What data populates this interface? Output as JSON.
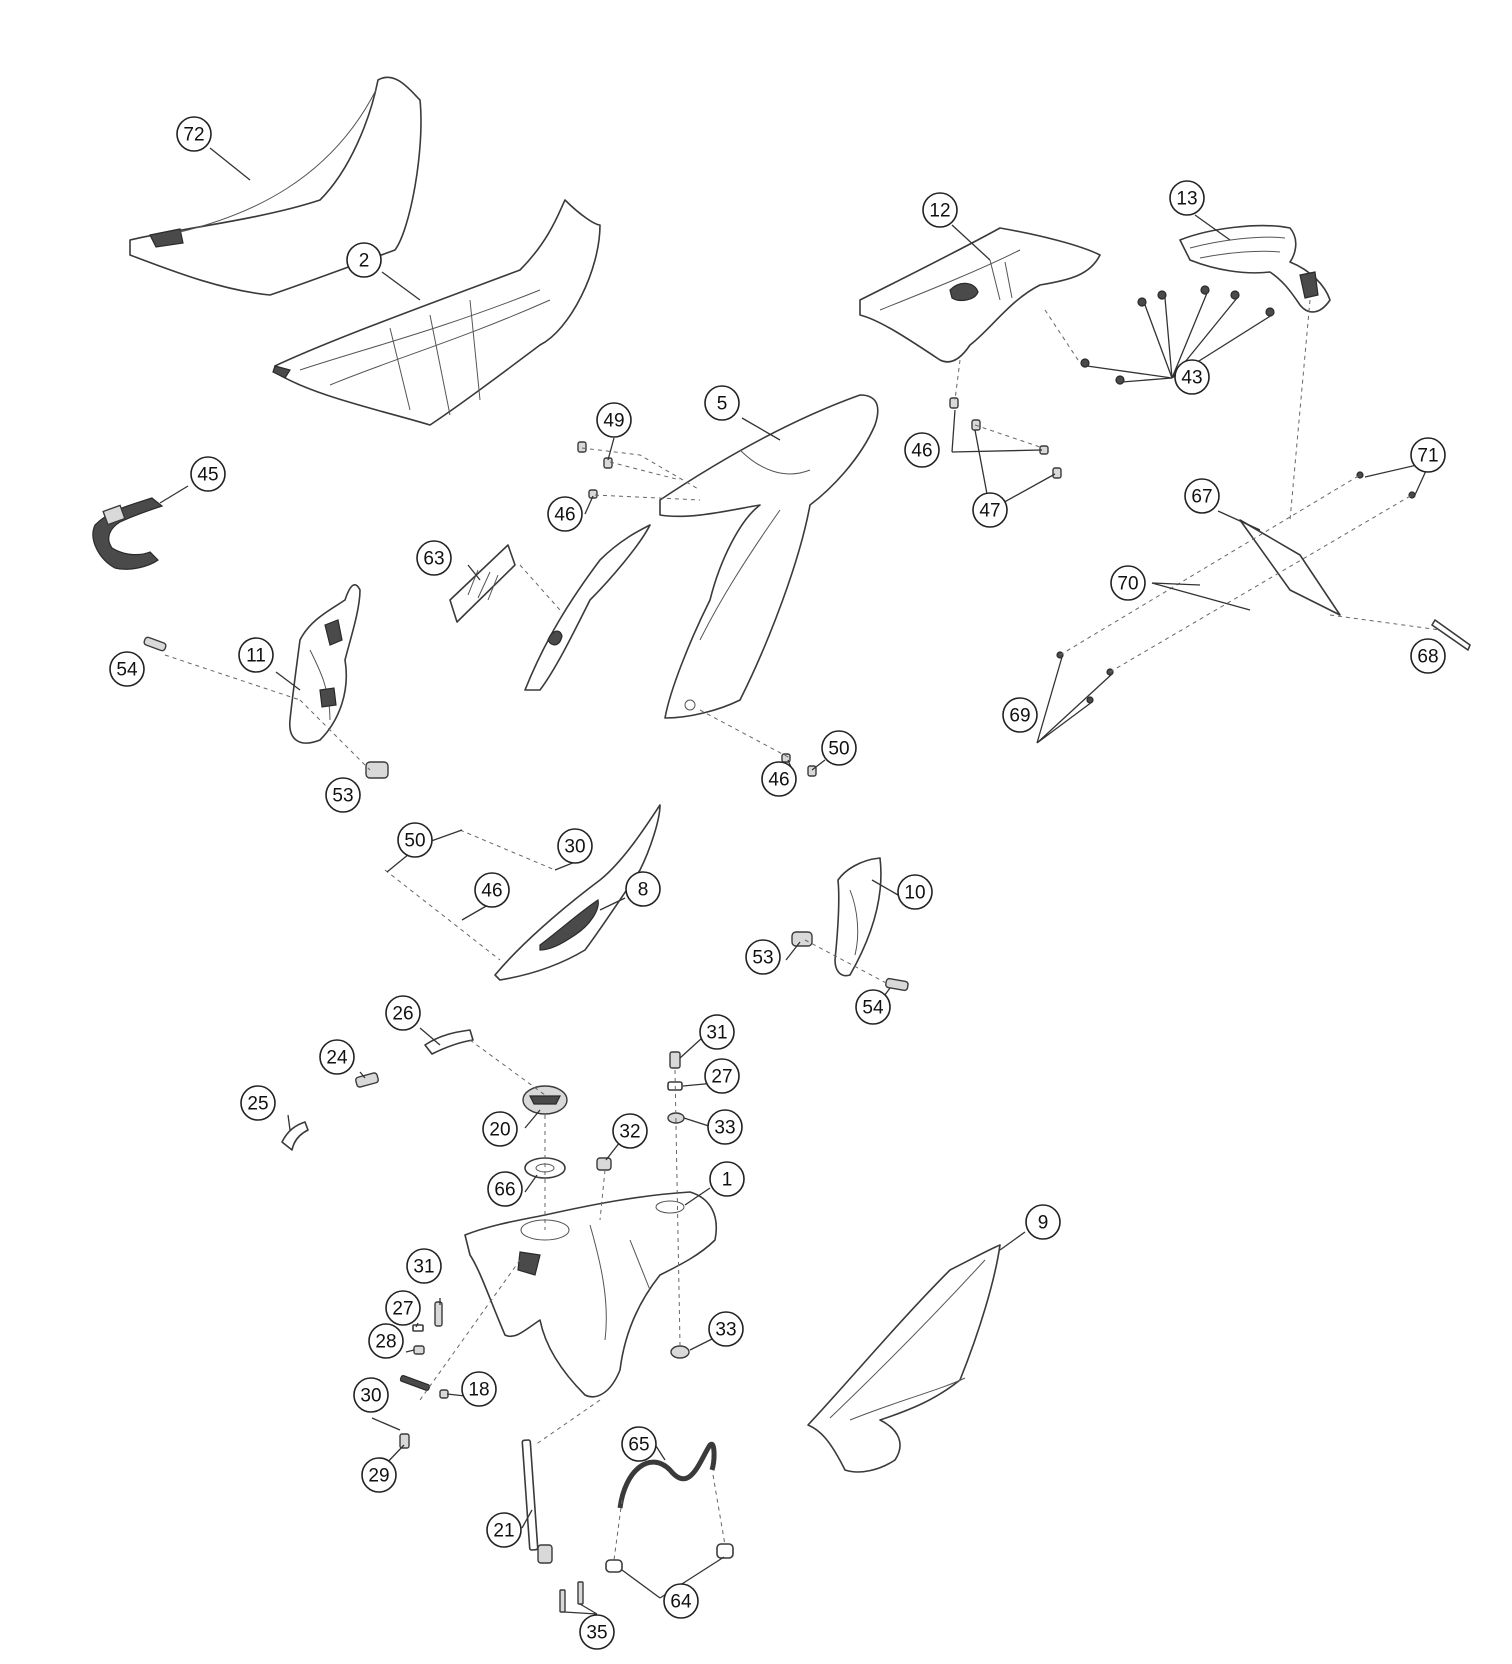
{
  "diagram": {
    "callouts": [
      "72",
      "2",
      "45",
      "12",
      "13",
      "43",
      "5",
      "49",
      "46",
      "46",
      "47",
      "63",
      "67",
      "71",
      "70",
      "11",
      "54",
      "68",
      "69",
      "53",
      "50",
      "46",
      "50",
      "30",
      "46",
      "8",
      "10",
      "53",
      "54",
      "26",
      "31",
      "24",
      "27",
      "25",
      "20",
      "33",
      "32",
      "66",
      "1",
      "9",
      "31",
      "27",
      "33",
      "28",
      "30",
      "18",
      "29",
      "65",
      "21",
      "64",
      "35"
    ]
  }
}
